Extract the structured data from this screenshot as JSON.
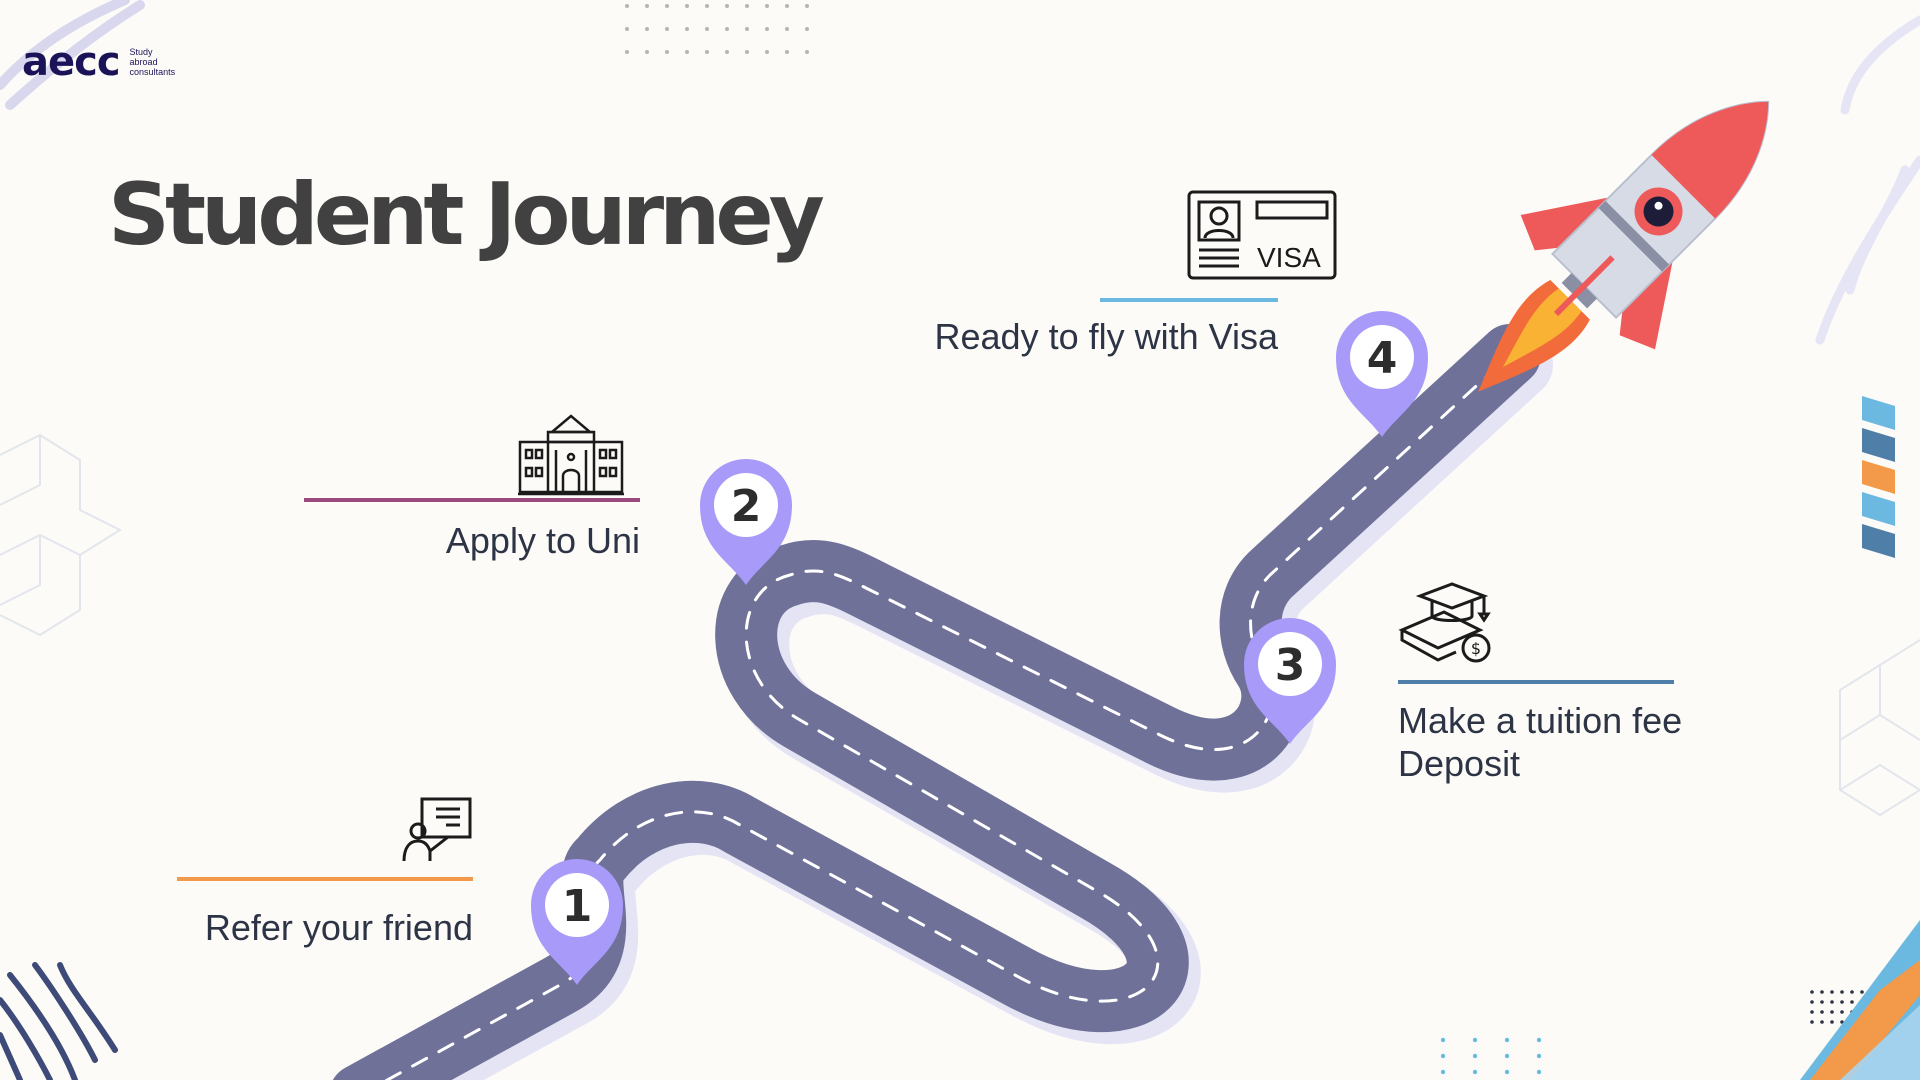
{
  "brand": {
    "name": "aecc",
    "tagline": [
      "Study",
      "abroad",
      "consultants"
    ],
    "color": "#1a1357"
  },
  "title": "Student Journey",
  "road": {
    "color": "#6f7199",
    "shadow": "#e5e4f5",
    "dash": "#ffffff",
    "pin_color": "#a79af9"
  },
  "steps": [
    {
      "number": "1",
      "label": "Refer your friend",
      "icon": "presentation-icon",
      "accent": "#f2994a"
    },
    {
      "number": "2",
      "label": "Apply to Uni",
      "icon": "university-icon",
      "accent": "#9c4a7d"
    },
    {
      "number": "3",
      "label": "Make a tuition fee",
      "label2": "Deposit",
      "icon": "graduation-money-icon",
      "accent": "#4f7ea8"
    },
    {
      "number": "4",
      "label": "Ready to fly with Visa",
      "icon": "visa-card-icon",
      "accent": "#6bb8e0",
      "icon_text": "VISA"
    }
  ],
  "decorations": {
    "rocket_icon": "rocket-icon",
    "stripe_colors": [
      "#6bb8e0",
      "#4f7ea8",
      "#f2994a",
      "#6bb8e0",
      "#4f7ea8"
    ]
  }
}
